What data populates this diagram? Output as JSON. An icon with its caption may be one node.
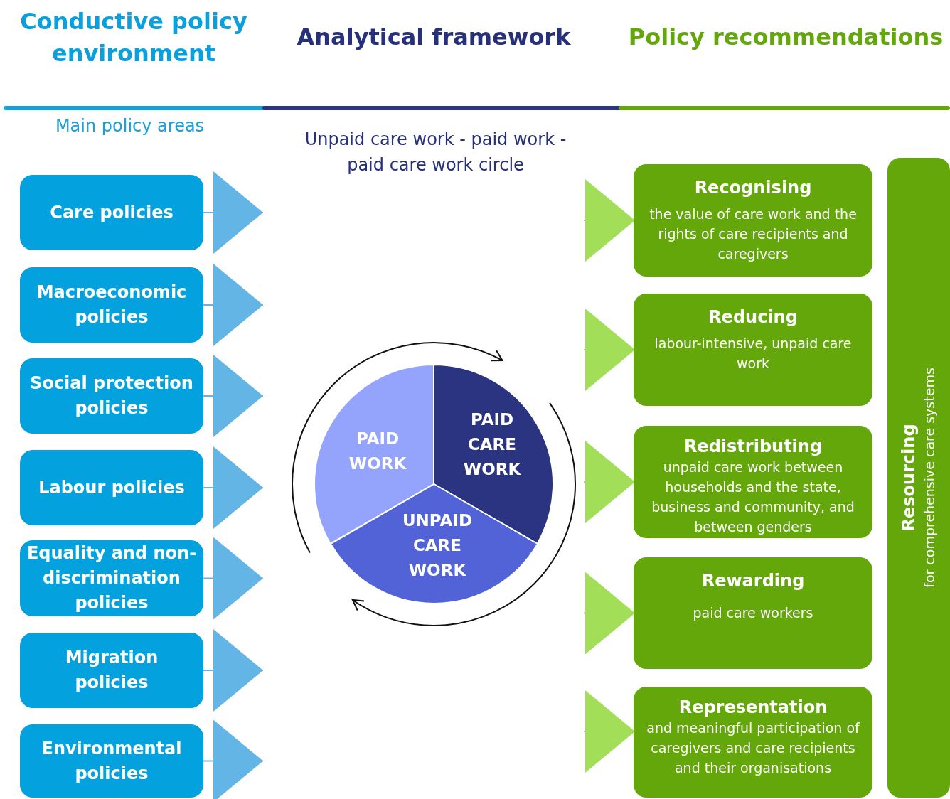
{
  "diagram": {
    "nodes": [
      {
        "text": [
          "Care policies"
        ]
      },
      {
        "text": [
          "Macroeconomic policies"
        ]
      },
      {
        "text": [
          "Social protection policies"
        ]
      },
      {
        "text": [
          "Labour policies"
        ]
      },
      {
        "text": [
          "Equality and non-discrimination policies"
        ]
      },
      {
        "text": [
          "Migration policies"
        ]
      },
      {
        "text": [
          "Environmental policies"
        ]
      },
      {
        "text": [
          "PAID WORK"
        ]
      },
      {
        "text": [
          "PAID CARE WORK"
        ]
      },
      {
        "text": [
          "UNPAID CARE WORK"
        ]
      },
      {
        "text": [
          "Recognising",
          "the value of care work and the rights of care recipients and caregivers"
        ]
      },
      {
        "text": [
          "Reducing",
          "labour-intensive, unpaid care work"
        ]
      },
      {
        "text": [
          "Redistributing",
          "unpaid care work between households and the state, business and community, and between genders"
        ]
      },
      {
        "text": [
          "Rewarding",
          "paid care workers"
        ]
      },
      {
        "text": [
          "Representation",
          "and meaningful participation of caregivers and care recipients and their organisations"
        ]
      },
      {
        "text": [
          "Resourcing",
          "for comprehensive care systems"
        ]
      }
    ],
    "edges": [
      {
        "from": 0,
        "to": null,
        "arrow": "to"
      },
      {
        "from": 1,
        "to": null,
        "arrow": "to"
      },
      {
        "from": 2,
        "to": null,
        "arrow": "to"
      },
      {
        "from": 3,
        "to": null,
        "arrow": "to"
      },
      {
        "from": 4,
        "to": null,
        "arrow": "to"
      },
      {
        "from": 5,
        "to": null,
        "arrow": "to"
      },
      {
        "from": 6,
        "to": null,
        "arrow": "to"
      },
      {
        "from": null,
        "to": 10,
        "arrow": "to",
        "color": "#a3de58"
      },
      {
        "from": null,
        "to": 11,
        "arrow": "to",
        "color": "#a3de58"
      },
      {
        "from": null,
        "to": 12,
        "arrow": "to",
        "color": "#a3de58"
      },
      {
        "from": null,
        "to": 13,
        "arrow": "to",
        "color": "#a3de58"
      },
      {
        "from": null,
        "to": 14,
        "arrow": "to",
        "color": "#a3de58"
      }
    ],
    "labels": [
      "Conductive policy environment",
      "Analytical framework",
      "Policy recommendations",
      "Main policy areas",
      "Unpaid care work - paid work - paid care work circle"
    ]
  }
}
